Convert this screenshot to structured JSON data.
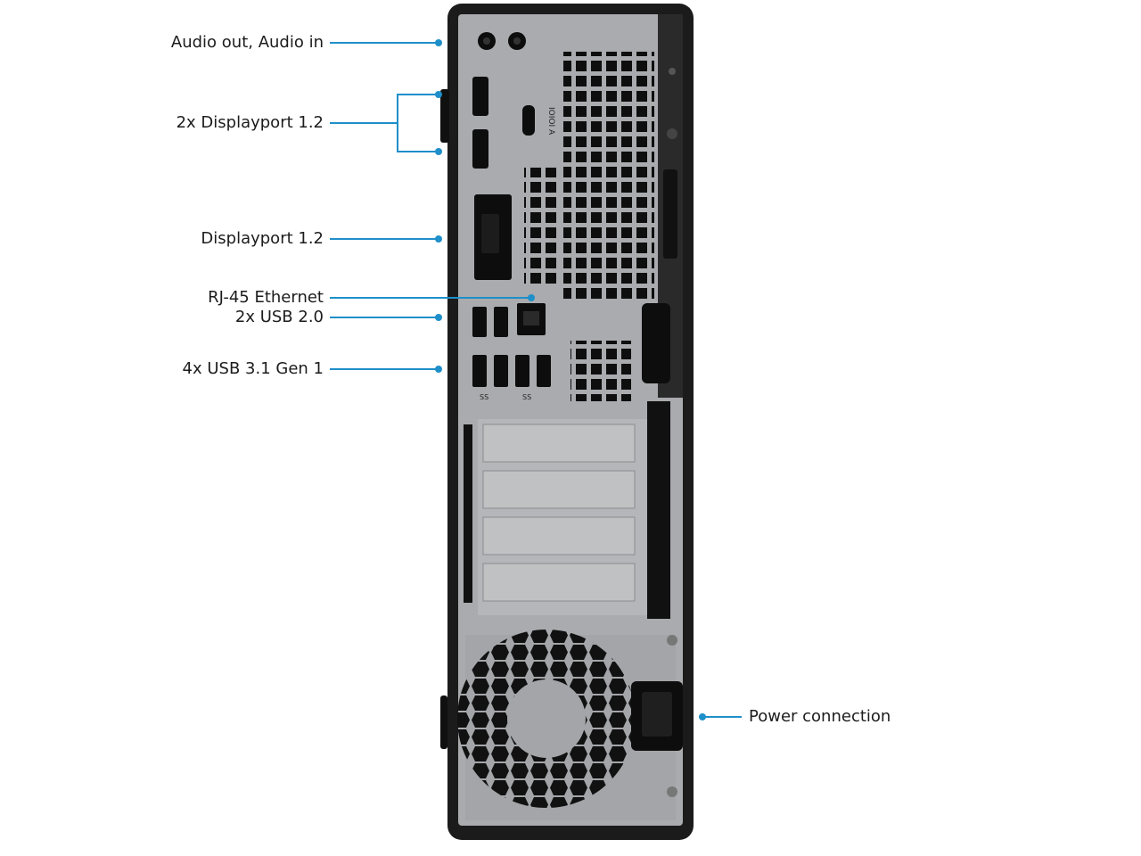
{
  "callouts": {
    "audio": "Audio out, Audio in",
    "displayport_pair": "2x Displayport 1.2",
    "displayport_single": "Displayport 1.2",
    "ethernet": "RJ-45 Ethernet",
    "usb2": "2x USB 2.0",
    "usb3": "4x USB 3.1 Gen 1",
    "power": "Power connection"
  },
  "port_marks": {
    "ss_usb": "SS",
    "io_label": "IOIOI A"
  },
  "colors": {
    "accent": "#1f8fc9",
    "chassis": "#1b1b1b",
    "panel": "#a9abae",
    "port": "#0d0d0d"
  }
}
